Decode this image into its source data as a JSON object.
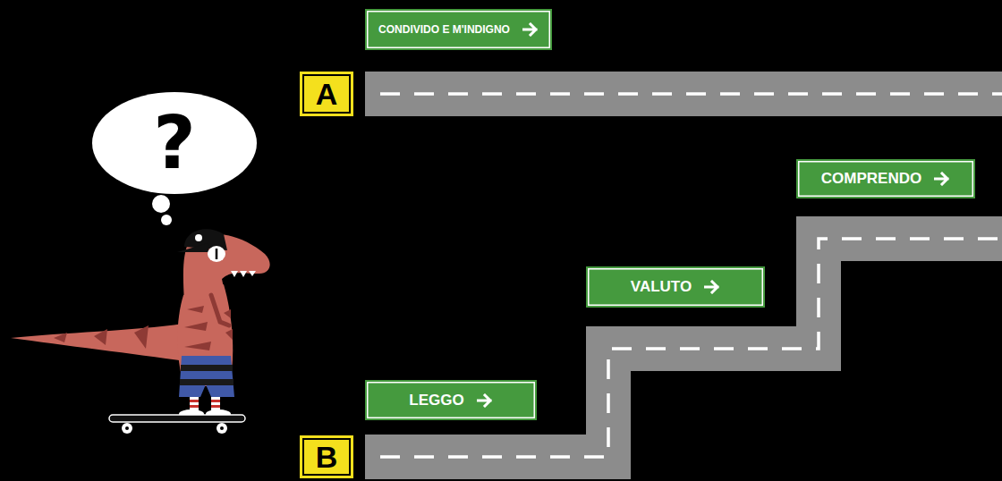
{
  "diagram": {
    "nodes": [
      {
        "text": [
          "CONDIVIDO E M'INDIGNO"
        ]
      },
      {
        "text": [
          "?"
        ]
      },
      {
        "text": [
          "A"
        ]
      },
      {
        "text": [
          "COMPRENDO"
        ]
      },
      {
        "text": [
          "VALUTO"
        ]
      },
      {
        "text": [
          "LEGGO"
        ]
      },
      {
        "text": [
          "B"
        ]
      }
    ]
  }
}
